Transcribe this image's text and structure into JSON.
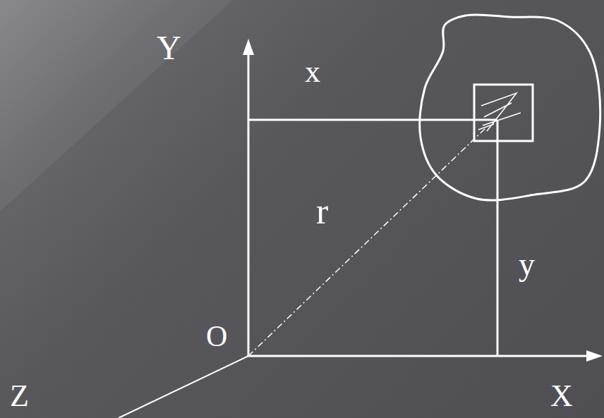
{
  "diagram": {
    "labels": [
      "Y",
      "x",
      "r",
      "y",
      "O",
      "Z",
      "X"
    ]
  }
}
